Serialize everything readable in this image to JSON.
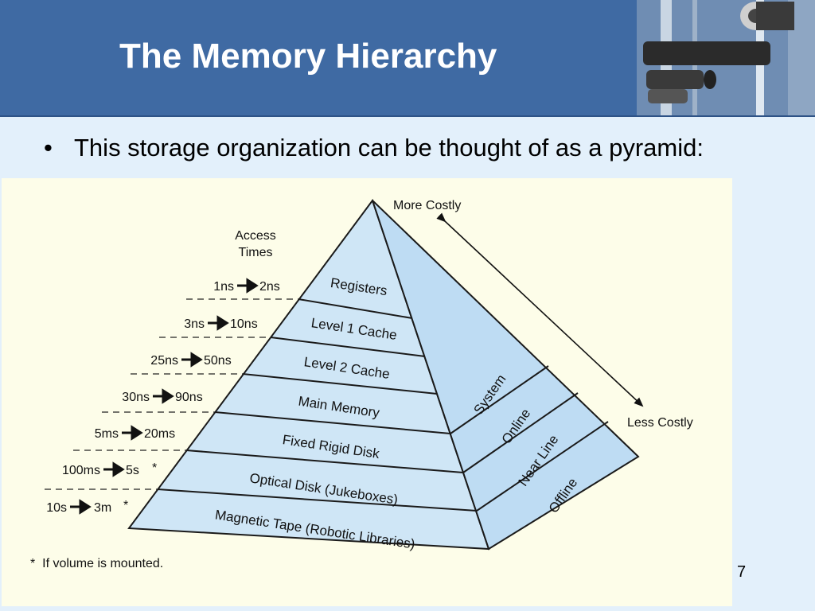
{
  "slide": {
    "title": "The Memory Hierarchy",
    "bullet": "This storage organization can be thought of as a pyramid:",
    "page_number": "7"
  },
  "diagram": {
    "access_times_heading": [
      "Access",
      "Times"
    ],
    "levels": [
      {
        "label": "Registers",
        "time_from": "1ns",
        "time_to": "2ns",
        "note": ""
      },
      {
        "label": "Level 1 Cache",
        "time_from": "3ns",
        "time_to": "10ns",
        "note": ""
      },
      {
        "label": "Level 2 Cache",
        "time_from": "25ns",
        "time_to": "50ns",
        "note": ""
      },
      {
        "label": "Main Memory",
        "time_from": "30ns",
        "time_to": "90ns",
        "note": ""
      },
      {
        "label": "Fixed Rigid Disk",
        "time_from": "5ms",
        "time_to": "20ms",
        "note": ""
      },
      {
        "label": "Optical Disk (Jukeboxes)",
        "time_from": "100ms",
        "time_to": "5s",
        "note": "*"
      },
      {
        "label": "Magnetic Tape (Robotic Libraries)",
        "time_from": "10s",
        "time_to": "3m",
        "note": "*"
      }
    ],
    "side_labels": [
      "System",
      "Online",
      "Near Line",
      "Offline"
    ],
    "more_costly": "More Costly",
    "less_costly": "Less Costly",
    "footnote": "*  If volume is mounted.",
    "colors": {
      "front_face": "#cfe6f6",
      "side_face": "#bedcf3",
      "outline": "#1a1a1a",
      "panel_background": "#fdfde9"
    }
  }
}
